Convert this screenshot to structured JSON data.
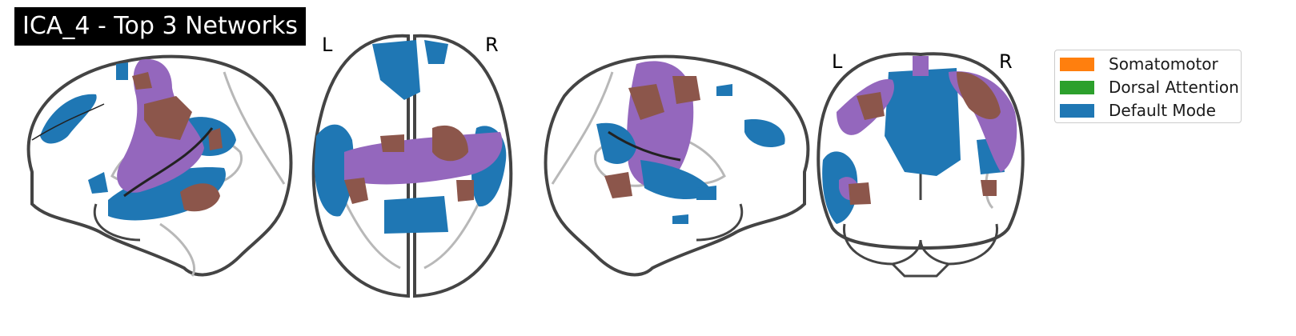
{
  "title": "ICA_4 - Top 3 Networks",
  "hemisphere_labels": {
    "axial_left": "L",
    "axial_right": "R",
    "coronal_left": "L",
    "coronal_right": "R"
  },
  "legend": {
    "items": [
      {
        "label": "Somatomotor",
        "color": "#ff7f0e"
      },
      {
        "label": "Dorsal Attention",
        "color": "#2ca02c"
      },
      {
        "label": "Default Mode",
        "color": "#1f77b4"
      }
    ]
  },
  "colors": {
    "default_mode": "#1f77b4",
    "purple_overlay": "#9467bd",
    "brown_overlay": "#8c564b",
    "outline": "#444444",
    "inner_contour": "#b8b8b8"
  }
}
